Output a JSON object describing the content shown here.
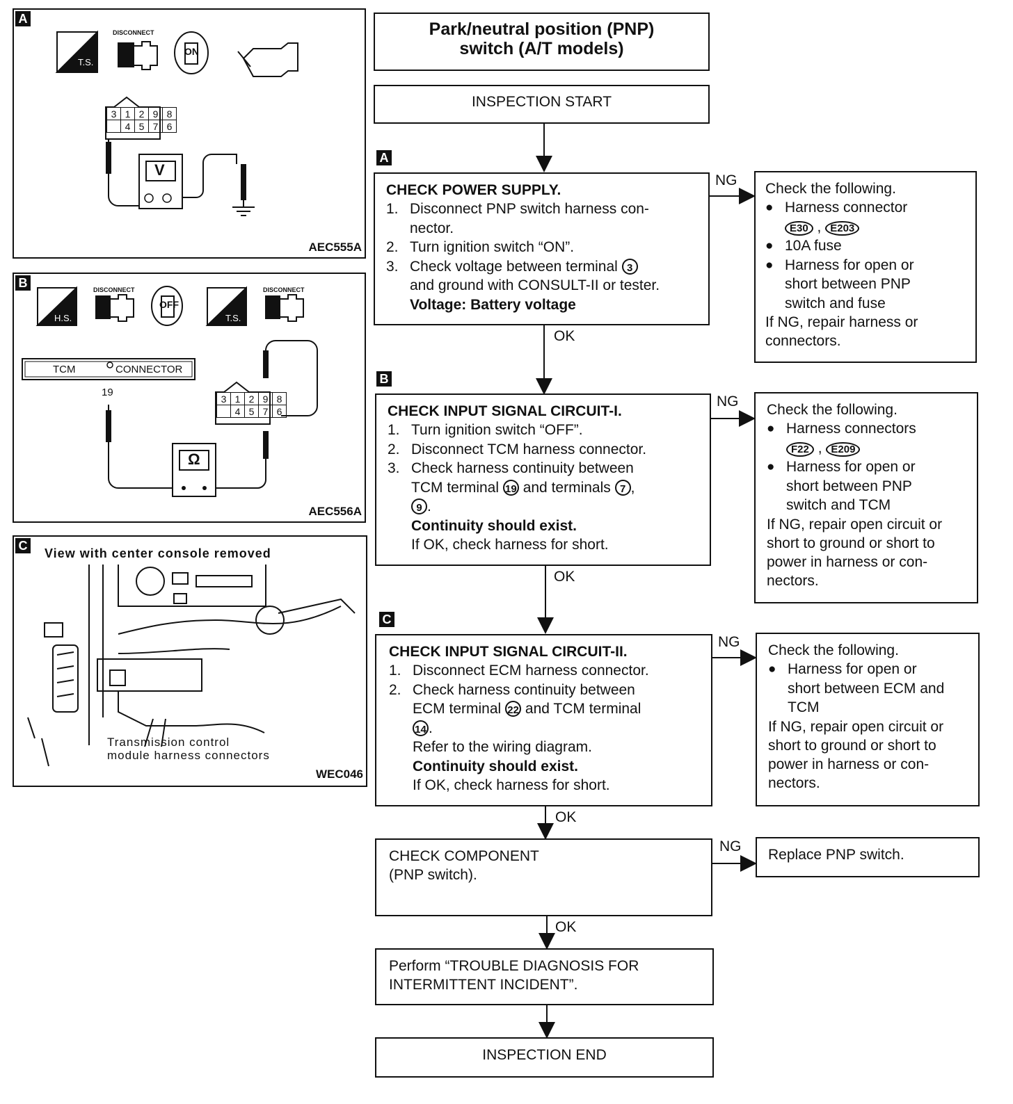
{
  "title": "Park/neutral position (PNP) switch (A/T models)",
  "start": "INSPECTION START",
  "end": "INSPECTION END",
  "labels": {
    "ng": "NG",
    "ok": "OK"
  },
  "figures": {
    "a": {
      "tag": "A",
      "code": "AEC555A",
      "icons": [
        "T.S.",
        "DISCONNECT",
        "ON"
      ],
      "meter": "V",
      "connector_top": [
        "3",
        "1",
        "2",
        "9",
        "8"
      ],
      "connector_bottom": [
        "4",
        "5",
        "7",
        "6"
      ]
    },
    "b": {
      "tag": "B",
      "code": "AEC556A",
      "icons": [
        "H.S.",
        "DISCONNECT",
        "OFF",
        "T.S.",
        "DISCONNECT"
      ],
      "meter": "Ω",
      "tcm": "TCM",
      "connector_label": "CONNECTOR",
      "pin": "19",
      "connector_top": [
        "3",
        "1",
        "2",
        "9",
        "8"
      ],
      "connector_bottom": [
        "4",
        "5",
        "7",
        "6"
      ]
    },
    "c": {
      "tag": "C",
      "code": "WEC046",
      "caption": "View with center console removed",
      "note_line1": "Transmission control",
      "note_line2": "module harness connectors"
    }
  },
  "steps": [
    {
      "tag": "A",
      "title": "CHECK POWER SUPPLY.",
      "items": [
        {
          "n": "1.",
          "text": "Disconnect PNP switch harness con-"
        },
        {
          "n": "",
          "text": "nector."
        },
        {
          "n": "2.",
          "text": "Turn ignition switch “ON”."
        },
        {
          "n": "3.",
          "text": "Check voltage between terminal",
          "circ": "3"
        },
        {
          "n": "",
          "text": "and ground with CONSULT-II or tester."
        }
      ],
      "bold": "Voltage: Battery voltage",
      "ng": {
        "head": "Check the following.",
        "bullets": [
          "Harness connector",
          "10A fuse",
          "Harness for open or",
          "short between PNP",
          "switch and fuse"
        ],
        "ovals": [
          "E30",
          "E203"
        ],
        "tail1": "If NG, repair harness or",
        "tail2": "connectors."
      }
    },
    {
      "tag": "B",
      "title": "CHECK INPUT SIGNAL CIRCUIT-I.",
      "items": [
        {
          "n": "1.",
          "text": "Turn ignition switch “OFF”."
        },
        {
          "n": "2.",
          "text": "Disconnect TCM harness connector."
        },
        {
          "n": "3.",
          "text": "Check harness continuity between"
        },
        {
          "n": "",
          "text_a": "TCM terminal",
          "c1": "19",
          "text_b": "and terminals",
          "c2": "7"
        },
        {
          "n": "",
          "c3": "9"
        }
      ],
      "bold": "Continuity should exist.",
      "after": "If OK, check harness for short.",
      "ng": {
        "head": "Check the following.",
        "bullets": [
          "Harness connectors",
          "Harness for open or",
          "short between PNP",
          "switch and TCM"
        ],
        "ovals": [
          "F22",
          "E209"
        ],
        "tail": [
          "If NG, repair open circuit or",
          "short to ground or short to",
          "power in harness or con-",
          "nectors."
        ]
      }
    },
    {
      "tag": "C",
      "title": "CHECK INPUT SIGNAL CIRCUIT-II.",
      "items": [
        {
          "n": "1.",
          "text": "Disconnect ECM harness connector."
        },
        {
          "n": "2.",
          "text": "Check harness continuity between"
        },
        {
          "n": "",
          "text_a": "ECM terminal",
          "c1": "22",
          "text_b": "and TCM terminal"
        },
        {
          "n": "",
          "c3": "14"
        },
        {
          "n": "",
          "text": "Refer to the wiring diagram."
        }
      ],
      "bold": "Continuity should exist.",
      "after": "If OK, check harness for short.",
      "ng": {
        "head": "Check the following.",
        "bullets": [
          "Harness for open or",
          "short between ECM and",
          "TCM"
        ],
        "tail": [
          "If NG, repair open circuit or",
          "short to ground or short to",
          "power in harness or con-",
          "nectors."
        ]
      }
    },
    {
      "title1": "CHECK COMPONENT",
      "title2": "(PNP switch).",
      "ng": {
        "text": "Replace PNP switch."
      }
    },
    {
      "line1": "Perform “TROUBLE DIAGNOSIS FOR",
      "line2": "INTERMITTENT INCIDENT”."
    }
  ]
}
